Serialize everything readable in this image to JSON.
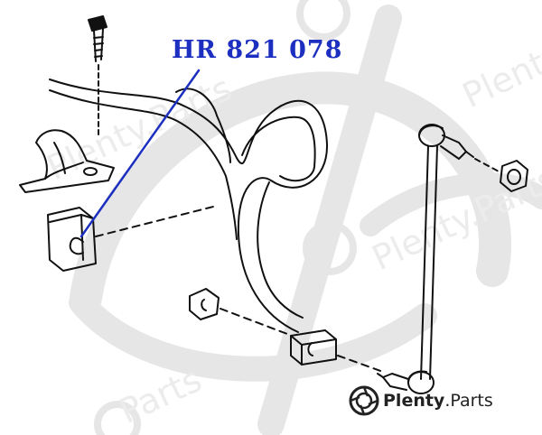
{
  "callout": {
    "part_number": "HR 821 078"
  },
  "brand": {
    "name": "Plenty",
    "tld": ".Parts"
  },
  "colors": {
    "callout": "#1c2fc0",
    "linework": "#111111",
    "watermark": "#e6e6e6",
    "watermark_text": "#ececec",
    "brand_text": "#222222"
  },
  "icons": {
    "brand_logo": "camera-aperture-icon"
  }
}
